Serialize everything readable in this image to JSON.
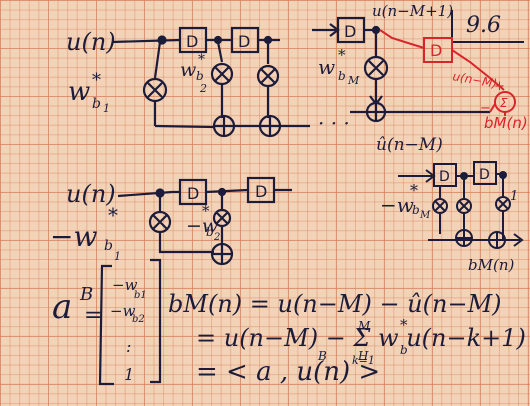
{
  "page_label": "9.6",
  "diagram_top": {
    "input": "u(n)",
    "w1": "w",
    "w1_star": "*",
    "w1_sub": "b",
    "w1_sub2": "1",
    "w2": "w",
    "w2_star": "*",
    "w2_sub": "b",
    "w2_sub2": "2",
    "wM": "w",
    "wM_star": "*",
    "wM_sub": "b",
    "wM_sub2": "M",
    "delay": "D",
    "tap_out": "u(n−M+1)",
    "dots": "· · ·",
    "output": "û(n−M)"
  },
  "red_branch": {
    "delay": "D",
    "label": "u(n−M)",
    "plus": "+",
    "minus": "−",
    "sum": "Σ",
    "output": "bM(n)"
  },
  "diagram_mid": {
    "input": "u(n)",
    "neg_w1": "−w",
    "w1_star": "*",
    "w1_sub": "b",
    "w1_sub2": "1",
    "neg_w2": "−w",
    "w2_star": "*",
    "w2_sub": "b",
    "w2_sub2": "2",
    "delay": "D"
  },
  "diagram_right": {
    "delay": "D",
    "neg_wM": "−w",
    "wM_star": "*",
    "wM_sub": "b",
    "wM_sub2": "M",
    "one": "1",
    "output": "bM(n)"
  },
  "equations": {
    "vec_name": "a",
    "vec_sup": "B",
    "vec_eq": "=",
    "vec_entries": [
      "−w",
      "−w",
      ":",
      "1"
    ],
    "vec_entry_subs": [
      "b1",
      "b2"
    ],
    "line1": "bM(n) = u(n−M) − û(n−M)",
    "line2": "= u(n−M) − Σ w   u(n−k+1)",
    "line2_sum_top": "M",
    "line2_sum_bottom": "k=1",
    "line2_w_star": "*",
    "line2_w_sub": "b",
    "line3": "= < a , u(n) >",
    "line3_sup": "B",
    "line3_sup2": "H"
  }
}
